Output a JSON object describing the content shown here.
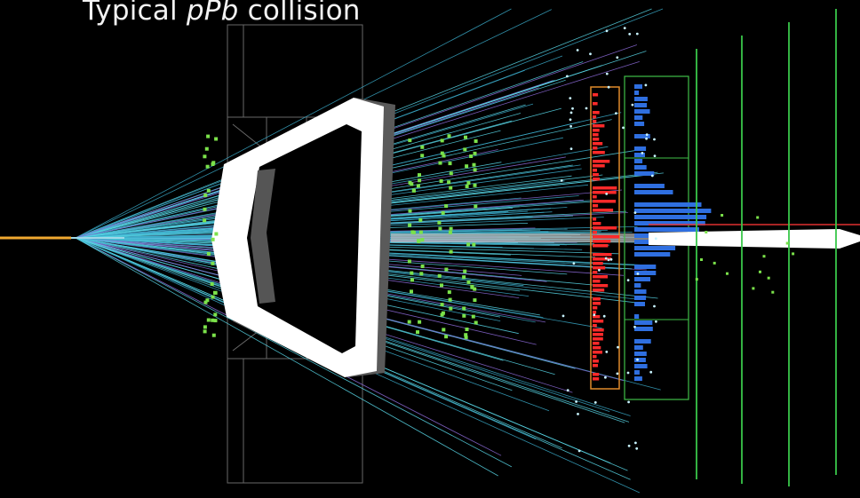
{
  "caption": {
    "prefix": "Typical",
    "emphasis": "pPb",
    "suffix": "collision"
  },
  "colors": {
    "background": "#000000",
    "beam_line": "#f0a830",
    "tracks": "#58d6e6",
    "tracks_dim": "#3aa9c7",
    "tracks_purple": "#8c6ad8",
    "hits": "#7be24a",
    "magnet": "#ffffff",
    "magnet_shadow": "#5a5a5a",
    "ecal": "#ff2a2a",
    "hcal": "#2f6fe0",
    "ecal_frame": "#e08a2a",
    "hcal_frame": "#3fbf48",
    "muon_stations": "#39c64a",
    "outline": "#8a8a8a"
  }
}
